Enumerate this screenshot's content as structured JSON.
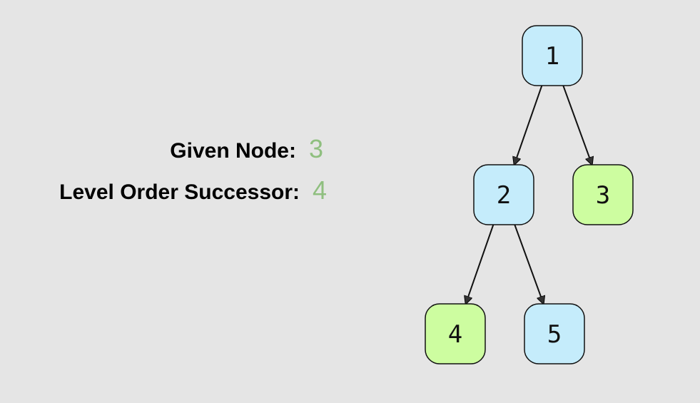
{
  "info": {
    "given_label": "Given Node:",
    "given_value": "3",
    "successor_label": "Level Order Successor:",
    "successor_value": "4"
  },
  "colors": {
    "normal_node": "#c5ecfb",
    "highlight_node": "#cdfda0",
    "value_text": "#8fbf7f",
    "background": "#e5e5e5"
  },
  "tree": {
    "nodes": [
      {
        "id": "1",
        "label": "1",
        "highlight": false
      },
      {
        "id": "2",
        "label": "2",
        "highlight": false
      },
      {
        "id": "3",
        "label": "3",
        "highlight": true
      },
      {
        "id": "4",
        "label": "4",
        "highlight": true
      },
      {
        "id": "5",
        "label": "5",
        "highlight": false
      }
    ],
    "edges": [
      {
        "from": "1",
        "to": "2"
      },
      {
        "from": "1",
        "to": "3"
      },
      {
        "from": "2",
        "to": "4"
      },
      {
        "from": "2",
        "to": "5"
      }
    ]
  }
}
